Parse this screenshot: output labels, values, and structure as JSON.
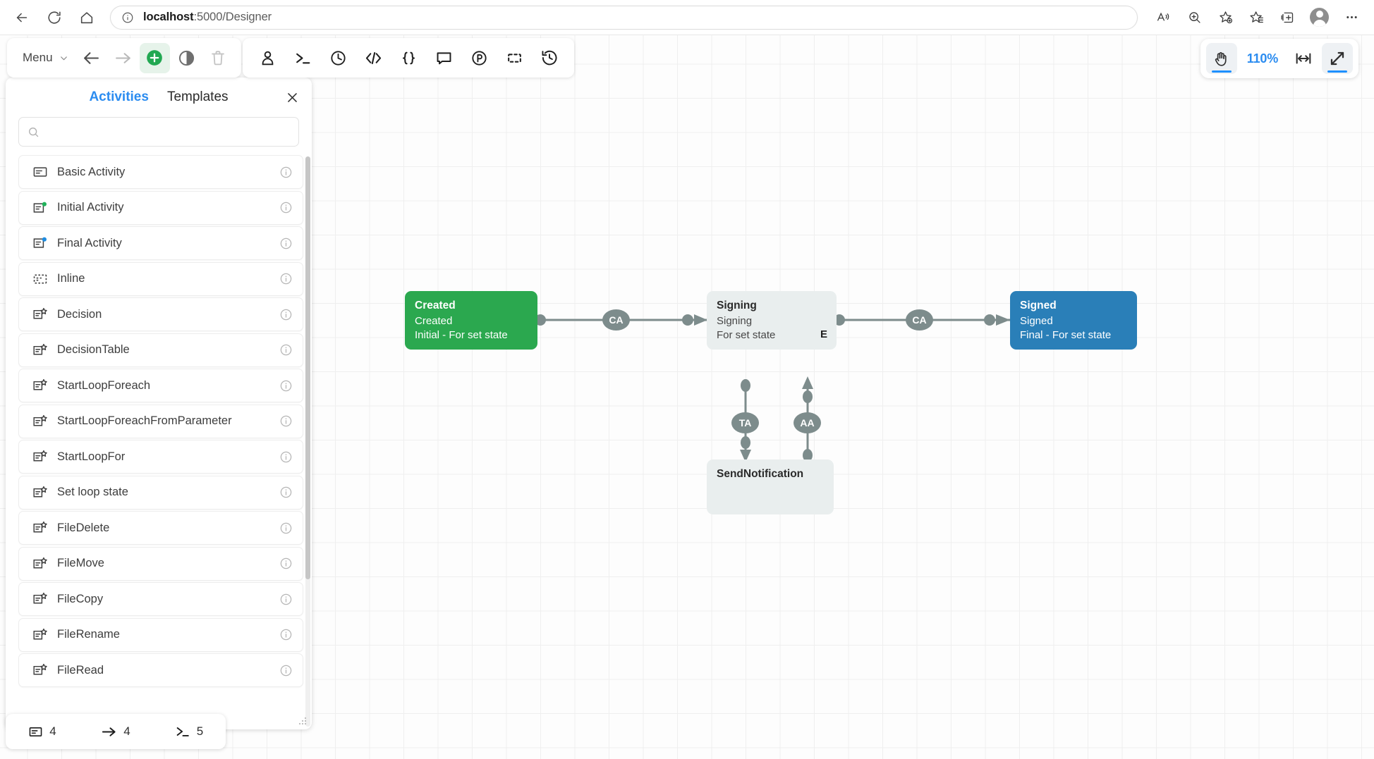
{
  "browser": {
    "back_icon": "arrow-left-icon",
    "reload_icon": "reload-icon",
    "home_icon": "home-icon",
    "info_icon": "info-circle-icon",
    "url_host": "localhost",
    "url_path": ":5000/Designer",
    "url_full": "localhost:5000/Designer",
    "right_icons": [
      "read-aloud-icon",
      "zoom-icon",
      "add-favorite-icon",
      "favorites-icon",
      "collections-icon",
      "profile-avatar",
      "more-options-icon"
    ]
  },
  "toolbar": {
    "menu_label": "Menu",
    "menu_chevron": "chevron-down-icon",
    "left_buttons": [
      {
        "name": "undo-button",
        "icon": "undo-arrow-icon",
        "state": "enabled"
      },
      {
        "name": "redo-button",
        "icon": "redo-arrow-icon",
        "state": "dim"
      },
      {
        "name": "add-node-button",
        "icon": "plus-circle-green-icon",
        "state": "active"
      },
      {
        "name": "toggle-contrast-button",
        "icon": "half-circle-icon",
        "state": "enabled"
      },
      {
        "name": "delete-button",
        "icon": "trash-icon",
        "state": "disabled"
      }
    ],
    "right_buttons": [
      {
        "name": "user-button",
        "icon": "person-icon"
      },
      {
        "name": "terminal-button",
        "icon": "terminal-prompt-icon"
      },
      {
        "name": "clock-button",
        "icon": "clock-icon"
      },
      {
        "name": "code-button",
        "icon": "code-angle-brackets-icon"
      },
      {
        "name": "json-button",
        "icon": "curly-braces-icon"
      },
      {
        "name": "comment-button",
        "icon": "speech-bubble-icon"
      },
      {
        "name": "parking-button",
        "icon": "circle-p-icon"
      },
      {
        "name": "selection-button",
        "icon": "dashed-square-icon"
      },
      {
        "name": "history-button",
        "icon": "clock-history-icon"
      }
    ]
  },
  "zoom_controls": {
    "pan_icon": "hand-pan-icon",
    "level": "110%",
    "fit_width_icon": "fit-width-icon",
    "fullscreen_icon": "expand-diagonal-icon"
  },
  "panel": {
    "tabs": [
      {
        "label": "Activities",
        "active": true
      },
      {
        "label": "Templates",
        "active": false
      }
    ],
    "close_icon": "close-x-icon",
    "search": {
      "icon": "search-icon",
      "placeholder": "",
      "value": ""
    },
    "info_icon": "info-circle-icon",
    "resize_handle": "resize-grip-icon",
    "items": [
      {
        "label": "Basic Activity",
        "icon": "activity-basic-icon"
      },
      {
        "label": "Initial Activity",
        "icon": "activity-initial-green-dot-icon"
      },
      {
        "label": "Final Activity",
        "icon": "activity-final-blue-dot-icon"
      },
      {
        "label": "Inline",
        "icon": "activity-inline-dashed-icon"
      },
      {
        "label": "Decision",
        "icon": "activity-star-icon"
      },
      {
        "label": "DecisionTable",
        "icon": "activity-star-icon"
      },
      {
        "label": "StartLoopForeach",
        "icon": "activity-star-icon"
      },
      {
        "label": "StartLoopForeachFromParameter",
        "icon": "activity-star-icon"
      },
      {
        "label": "StartLoopFor",
        "icon": "activity-star-icon"
      },
      {
        "label": "Set loop state",
        "icon": "activity-star-icon"
      },
      {
        "label": "FileDelete",
        "icon": "activity-star-icon"
      },
      {
        "label": "FileMove",
        "icon": "activity-star-icon"
      },
      {
        "label": "FileCopy",
        "icon": "activity-star-icon"
      },
      {
        "label": "FileRename",
        "icon": "activity-star-icon"
      },
      {
        "label": "FileRead",
        "icon": "activity-star-icon"
      }
    ]
  },
  "status_bar": {
    "items": [
      {
        "icon": "activity-count-icon",
        "value": "4",
        "name": "activities-count"
      },
      {
        "icon": "transition-arrow-icon",
        "value": "4",
        "name": "transitions-count"
      },
      {
        "icon": "terminal-prompt-icon",
        "value": "5",
        "name": "commands-count"
      }
    ]
  },
  "diagram": {
    "nodes": [
      {
        "id": "created",
        "title": "Created",
        "subtitle": "Created",
        "meta": "Initial - For set state",
        "color": "#2ba84f",
        "style": "green"
      },
      {
        "id": "signing",
        "title": "Signing",
        "subtitle": "Signing",
        "meta": "For set state",
        "badge": "E",
        "color": "#e9eeee",
        "style": "grey"
      },
      {
        "id": "signed",
        "title": "Signed",
        "subtitle": "Signed",
        "meta": "Final - For set state",
        "color": "#2a7fb8",
        "style": "blue"
      },
      {
        "id": "sendnotification",
        "title": "SendNotification",
        "color": "#e9eeee",
        "style": "grey"
      }
    ],
    "connectors": [
      {
        "label": "CA",
        "from": "created",
        "to": "signing"
      },
      {
        "label": "CA",
        "from": "signing",
        "to": "signed"
      },
      {
        "label": "TA",
        "from": "signing",
        "to": "sendnotification"
      },
      {
        "label": "AA",
        "from": "sendnotification",
        "to": "signing"
      }
    ],
    "edge_color": "#7d8c8c"
  }
}
